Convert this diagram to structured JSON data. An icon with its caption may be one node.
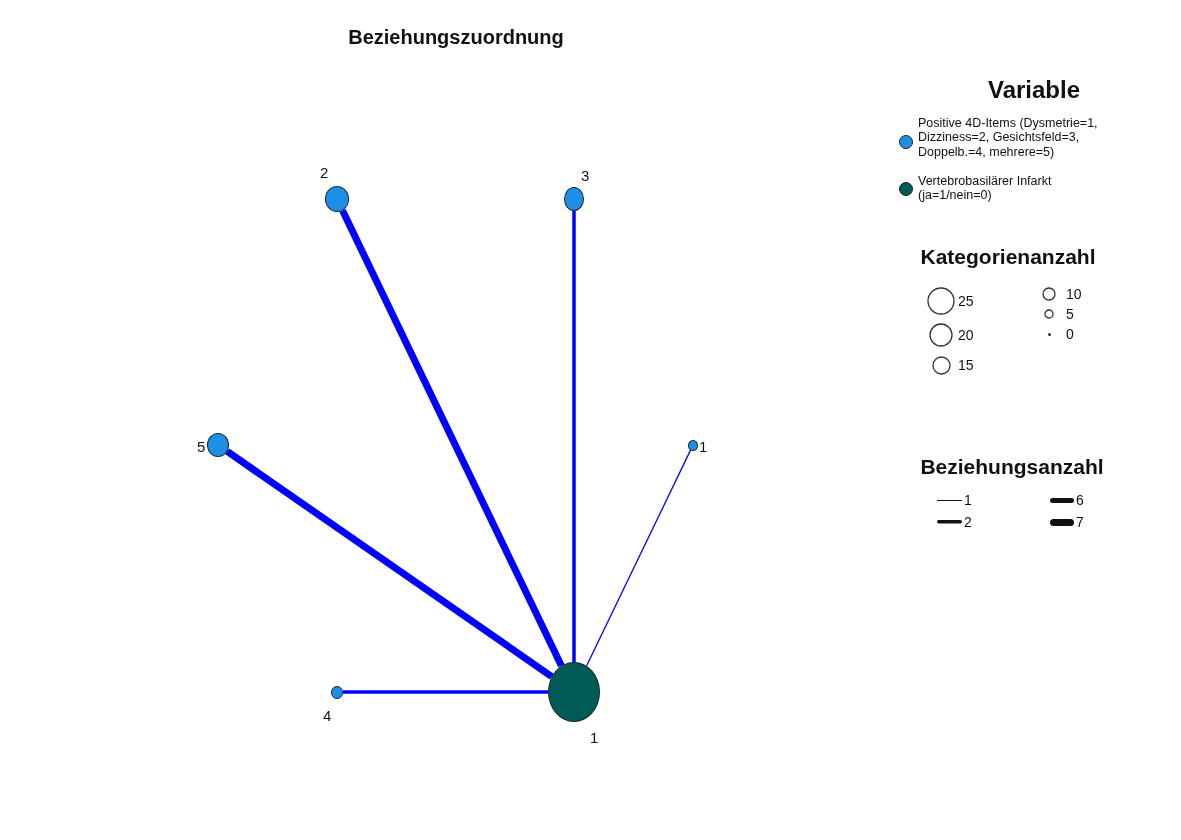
{
  "diagram": {
    "title": "Beziehungszuordnung",
    "nodes": [
      {
        "text": [],
        "shape": "circle",
        "beside": [
          "2"
        ]
      },
      {
        "text": [],
        "shape": "circle",
        "beside": [
          "3"
        ]
      },
      {
        "text": [],
        "shape": "circle",
        "beside": [
          "5"
        ]
      },
      {
        "text": [],
        "shape": "circle",
        "beside": [
          "1"
        ]
      },
      {
        "text": [],
        "shape": "circle",
        "beside": [
          "4"
        ]
      },
      {
        "text": [],
        "shape": "circle",
        "beside": [
          "1"
        ]
      }
    ],
    "edges": [
      {
        "from": 5,
        "to": 0,
        "arrow": "none",
        "style": "thick"
      },
      {
        "from": 5,
        "to": 1,
        "arrow": "none"
      },
      {
        "from": 5,
        "to": 2,
        "arrow": "none",
        "style": "thick"
      },
      {
        "from": 5,
        "to": 3,
        "arrow": "none"
      },
      {
        "from": 5,
        "to": 4,
        "arrow": "none"
      }
    ],
    "labels": [
      "Variable",
      "Kategorienanzahl",
      "Beziehungsanzahl"
    ],
    "legend": [
      {
        "text": "Positive 4D-Items (Dysmetrie=1, Dizziness=2, Gesichtsfeld=3, Doppelb.=4, mehrere=5)",
        "color": "#1e8fe6"
      },
      {
        "text": "Vertebrobasilärer Infarkt (ja=1/nein=0)",
        "color": "#005a55"
      },
      {
        "text": "25"
      },
      {
        "text": "20"
      },
      {
        "text": "15"
      },
      {
        "text": "10"
      },
      {
        "text": "5"
      },
      {
        "text": "0"
      },
      {
        "text": "1"
      },
      {
        "text": "2"
      },
      {
        "text": "6"
      },
      {
        "text": "7"
      }
    ]
  }
}
